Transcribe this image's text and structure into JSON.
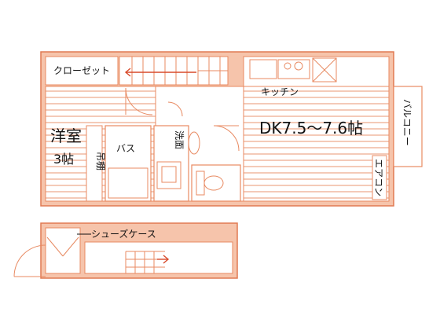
{
  "labels": {
    "closet": "クローゼット",
    "kitchen": "キッチン",
    "dk": "DK7.5～7.6帖",
    "western_line1": "洋室",
    "western_line2": "3帖",
    "hanging_shelf": "吊棚",
    "bath": "バス",
    "washroom": "洗面",
    "balcony": "バルコニー",
    "aircon": "エアコン",
    "shoe_case": "シューズケース"
  },
  "colors": {
    "wall_fill": "#f6c4ab",
    "wall_stroke": "#e07a52",
    "line": "#e88a62",
    "arrow": "#d84a2a",
    "text": "#111111"
  }
}
